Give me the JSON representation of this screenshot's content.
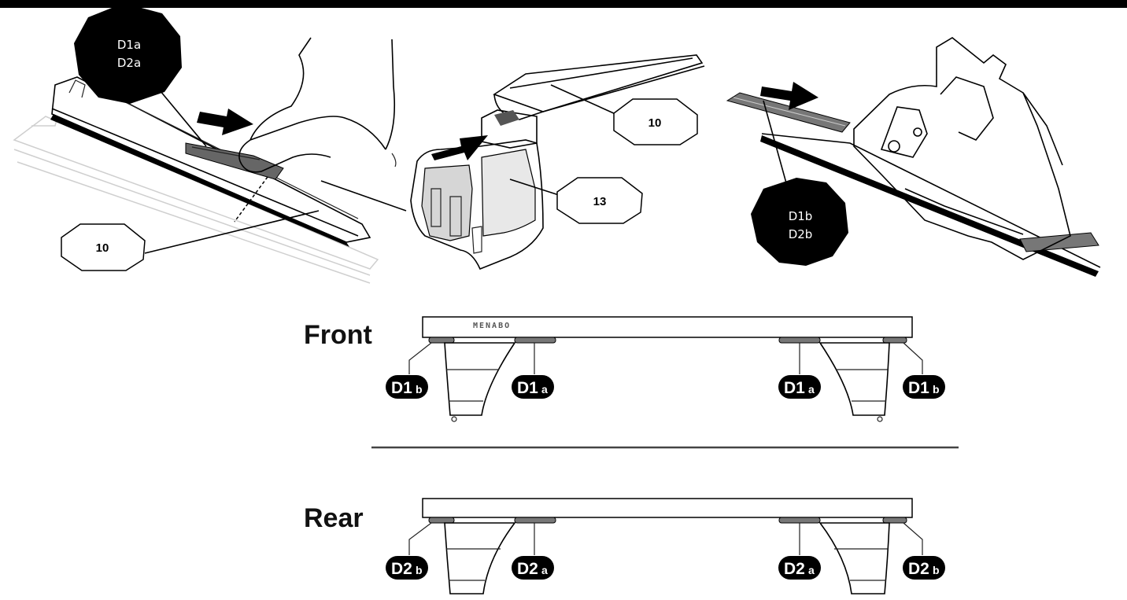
{
  "colors": {
    "topbar": "#000000",
    "octagon": "#000000",
    "callout_fill": "#ffffff",
    "pill": "#000000"
  },
  "callouts": {
    "p1_bar": "10",
    "p2_bar": "10",
    "p2_foot": "13"
  },
  "tags": {
    "top_left": [
      "D1a",
      "D2a"
    ],
    "top_right": [
      "D1b",
      "D2b"
    ]
  },
  "bars": [
    {
      "heading": "Front",
      "brand": "MENABO",
      "pills": [
        {
          "main": "D1",
          "sub": "b"
        },
        {
          "main": "D1",
          "sub": "a"
        },
        {
          "main": "D1",
          "sub": "a"
        },
        {
          "main": "D1",
          "sub": "b"
        }
      ]
    },
    {
      "heading": "Rear",
      "brand": "",
      "pills": [
        {
          "main": "D2",
          "sub": "b"
        },
        {
          "main": "D2",
          "sub": "a"
        },
        {
          "main": "D2",
          "sub": "a"
        },
        {
          "main": "D2",
          "sub": "b"
        }
      ]
    }
  ]
}
